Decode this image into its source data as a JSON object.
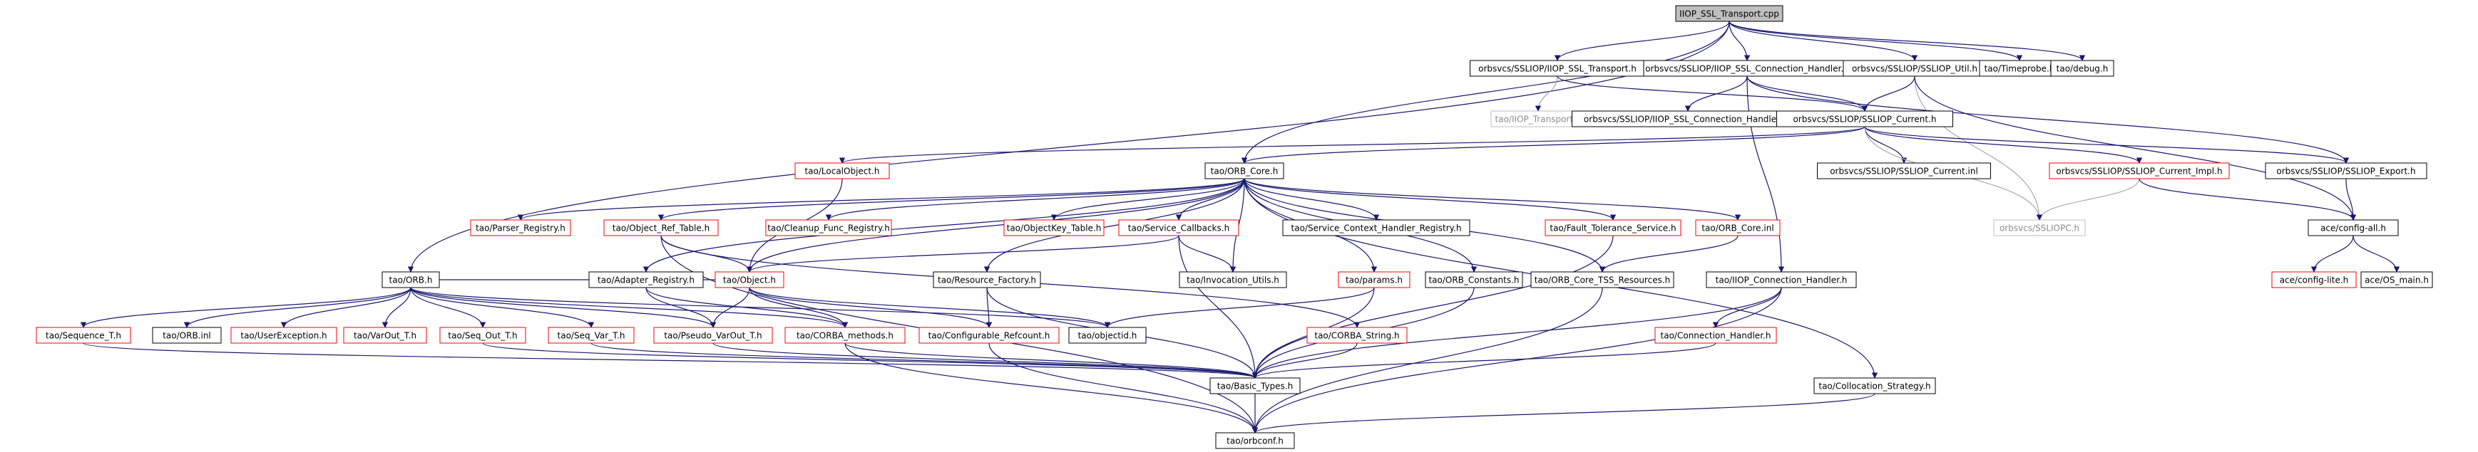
{
  "colors": {
    "node_normal": "#000000",
    "node_truncated": "#ff0000",
    "node_external": "#bfbfbf",
    "root_fill": "#bfbfbf",
    "edge": "#191970",
    "edge_light": "#a9a9a9"
  },
  "nodes": [
    {
      "id": "root",
      "label": "IIOP_SSL_Transport.cpp",
      "style": "root"
    },
    {
      "id": "ssl_transport_h",
      "label": "orbsvcs/SSLIOP/IIOP_SSL_Transport.h",
      "style": "normal"
    },
    {
      "id": "ssl_conn_handler_h",
      "label": "orbsvcs/SSLIOP/IIOP_SSL_Connection_Handler.h",
      "style": "normal"
    },
    {
      "id": "ssliop_util_h",
      "label": "orbsvcs/SSLIOP/SSLIOP_Util.h",
      "style": "normal"
    },
    {
      "id": "timeprobe_h",
      "label": "tao/Timeprobe.h",
      "style": "normal"
    },
    {
      "id": "debug_h",
      "label": "tao/debug.h",
      "style": "normal"
    },
    {
      "id": "iiop_transport_h",
      "label": "tao/IIOP_Transport.h",
      "style": "external"
    },
    {
      "id": "ssl_conn_handler_inl",
      "label": "orbsvcs/SSLIOP/IIOP_SSL_Connection_Handler.inl",
      "style": "normal"
    },
    {
      "id": "ssliop_current_h",
      "label": "orbsvcs/SSLIOP/SSLIOP_Current.h",
      "style": "normal"
    },
    {
      "id": "localobject_h",
      "label": "tao/LocalObject.h",
      "style": "truncated"
    },
    {
      "id": "orb_core_h",
      "label": "tao/ORB_Core.h",
      "style": "normal"
    },
    {
      "id": "ssliop_current_inl",
      "label": "orbsvcs/SSLIOP/SSLIOP_Current.inl",
      "style": "normal"
    },
    {
      "id": "ssliop_current_impl_h",
      "label": "orbsvcs/SSLIOP/SSLIOP_Current_Impl.h",
      "style": "truncated"
    },
    {
      "id": "ssliop_export_h",
      "label": "orbsvcs/SSLIOP/SSLIOP_Export.h",
      "style": "normal"
    },
    {
      "id": "parser_registry_h",
      "label": "tao/Parser_Registry.h",
      "style": "truncated"
    },
    {
      "id": "object_ref_table_h",
      "label": "tao/Object_Ref_Table.h",
      "style": "truncated"
    },
    {
      "id": "cleanup_func_registry_h",
      "label": "tao/Cleanup_Func_Registry.h",
      "style": "truncated"
    },
    {
      "id": "objectkey_table_h",
      "label": "tao/ObjectKey_Table.h",
      "style": "truncated"
    },
    {
      "id": "service_callbacks_h",
      "label": "tao/Service_Callbacks.h",
      "style": "truncated"
    },
    {
      "id": "service_context_handler_registry_h",
      "label": "tao/Service_Context_Handler_Registry.h",
      "style": "normal"
    },
    {
      "id": "fault_tolerance_service_h",
      "label": "tao/Fault_Tolerance_Service.h",
      "style": "truncated"
    },
    {
      "id": "orb_core_inl",
      "label": "tao/ORB_Core.inl",
      "style": "truncated"
    },
    {
      "id": "ssliopc_h",
      "label": "orbsvcs/SSLIOPC.h",
      "style": "external"
    },
    {
      "id": "config_all_h",
      "label": "ace/config-all.h",
      "style": "normal"
    },
    {
      "id": "orb_h",
      "label": "tao/ORB.h",
      "style": "normal"
    },
    {
      "id": "adapter_registry_h",
      "label": "tao/Adapter_Registry.h",
      "style": "normal"
    },
    {
      "id": "object_h",
      "label": "tao/Object.h",
      "style": "truncated"
    },
    {
      "id": "invocation_utils_h",
      "label": "tao/Invocation_Utils.h",
      "style": "normal"
    },
    {
      "id": "resource_factory_h",
      "label": "tao/Resource_Factory.h",
      "style": "normal"
    },
    {
      "id": "params_h",
      "label": "tao/params.h",
      "style": "truncated"
    },
    {
      "id": "orb_constants_h",
      "label": "tao/ORB_Constants.h",
      "style": "normal"
    },
    {
      "id": "orb_core_tss_resources_h",
      "label": "tao/ORB_Core_TSS_Resources.h",
      "style": "normal"
    },
    {
      "id": "iiop_connection_handler_h",
      "label": "tao/IIOP_Connection_Handler.h",
      "style": "normal"
    },
    {
      "id": "config_lite_h",
      "label": "ace/config-lite.h",
      "style": "truncated"
    },
    {
      "id": "os_main_h",
      "label": "ace/OS_main.h",
      "style": "normal"
    },
    {
      "id": "sequence_t_h",
      "label": "tao/Sequence_T.h",
      "style": "truncated"
    },
    {
      "id": "orb_inl",
      "label": "tao/ORB.inl",
      "style": "normal"
    },
    {
      "id": "userexception_h",
      "label": "tao/UserException.h",
      "style": "truncated"
    },
    {
      "id": "varout_t_h",
      "label": "tao/VarOut_T.h",
      "style": "truncated"
    },
    {
      "id": "seq_out_t_h",
      "label": "tao/Seq_Out_T.h",
      "style": "truncated"
    },
    {
      "id": "seq_var_t_h",
      "label": "tao/Seq_Var_T.h",
      "style": "truncated"
    },
    {
      "id": "pseudo_varout_t_h",
      "label": "tao/Pseudo_VarOut_T.h",
      "style": "truncated"
    },
    {
      "id": "corba_methods_h",
      "label": "tao/CORBA_methods.h",
      "style": "truncated"
    },
    {
      "id": "objectid_h",
      "label": "tao/objectid.h",
      "style": "normal"
    },
    {
      "id": "configurable_refcount_h",
      "label": "tao/Configurable_Refcount.h",
      "style": "truncated"
    },
    {
      "id": "corba_string_h",
      "label": "tao/CORBA_String.h",
      "style": "truncated"
    },
    {
      "id": "connection_handler_h",
      "label": "tao/Connection_Handler.h",
      "style": "truncated"
    },
    {
      "id": "basic_types_h",
      "label": "tao/Basic_Types.h",
      "style": "normal"
    },
    {
      "id": "collocation_strategy_h",
      "label": "tao/Collocation_Strategy.h",
      "style": "normal"
    },
    {
      "id": "orbconf_h",
      "label": "tao/orbconf.h",
      "style": "normal"
    }
  ],
  "edges": [
    [
      "root",
      "ssl_transport_h"
    ],
    [
      "root",
      "ssl_conn_handler_h"
    ],
    [
      "root",
      "ssliop_util_h"
    ],
    [
      "root",
      "timeprobe_h"
    ],
    [
      "root",
      "debug_h"
    ],
    [
      "root",
      "orb_core_h"
    ],
    [
      "root",
      "orb_h"
    ],
    [
      "ssl_transport_h",
      "iiop_transport_h"
    ],
    [
      "ssl_transport_h",
      "ssliop_current_h"
    ],
    [
      "ssl_conn_handler_h",
      "ssl_conn_handler_inl"
    ],
    [
      "ssl_conn_handler_h",
      "ssliop_current_h"
    ],
    [
      "ssl_conn_handler_h",
      "iiop_connection_handler_h"
    ],
    [
      "ssl_conn_handler_h",
      "ssliop_export_h"
    ],
    [
      "ssliop_util_h",
      "ssliop_current_h"
    ],
    [
      "ssliop_util_h",
      "ssliopc_h"
    ],
    [
      "ssliop_util_h",
      "config_all_h"
    ],
    [
      "ssliop_current_h",
      "localobject_h"
    ],
    [
      "ssliop_current_h",
      "orb_core_h"
    ],
    [
      "ssliop_current_h",
      "ssliop_current_inl"
    ],
    [
      "ssliop_current_h",
      "ssliop_current_impl_h"
    ],
    [
      "ssliop_current_h",
      "ssliop_export_h"
    ],
    [
      "ssliop_current_h",
      "ssliopc_h"
    ],
    [
      "ssliop_current_impl_h",
      "ssliopc_h"
    ],
    [
      "ssliop_current_impl_h",
      "config_all_h"
    ],
    [
      "ssliop_export_h",
      "config_all_h"
    ],
    [
      "config_all_h",
      "config_lite_h"
    ],
    [
      "config_all_h",
      "os_main_h"
    ],
    [
      "localobject_h",
      "object_h"
    ],
    [
      "orb_core_h",
      "parser_registry_h"
    ],
    [
      "orb_core_h",
      "object_ref_table_h"
    ],
    [
      "orb_core_h",
      "cleanup_func_registry_h"
    ],
    [
      "orb_core_h",
      "objectkey_table_h"
    ],
    [
      "orb_core_h",
      "service_callbacks_h"
    ],
    [
      "orb_core_h",
      "service_context_handler_registry_h"
    ],
    [
      "orb_core_h",
      "fault_tolerance_service_h"
    ],
    [
      "orb_core_h",
      "orb_core_inl"
    ],
    [
      "orb_core_h",
      "adapter_registry_h"
    ],
    [
      "orb_core_h",
      "object_h"
    ],
    [
      "orb_core_h",
      "invocation_utils_h"
    ],
    [
      "orb_core_h",
      "resource_factory_h"
    ],
    [
      "orb_core_h",
      "params_h"
    ],
    [
      "orb_core_h",
      "orb_constants_h"
    ],
    [
      "orb_core_h",
      "orb_core_tss_resources_h"
    ],
    [
      "orb_core_h",
      "collocation_strategy_h"
    ],
    [
      "object_ref_table_h",
      "object_h"
    ],
    [
      "object_ref_table_h",
      "corba_string_h"
    ],
    [
      "object_ref_table_h",
      "orbconf_h"
    ],
    [
      "service_callbacks_h",
      "object_h"
    ],
    [
      "service_callbacks_h",
      "invocation_utils_h"
    ],
    [
      "service_callbacks_h",
      "basic_types_h"
    ],
    [
      "fault_tolerance_service_h",
      "basic_types_h"
    ],
    [
      "orb_core_inl",
      "orb_core_tss_resources_h"
    ],
    [
      "orb_h",
      "sequence_t_h"
    ],
    [
      "orb_h",
      "orb_inl"
    ],
    [
      "orb_h",
      "userexception_h"
    ],
    [
      "orb_h",
      "varout_t_h"
    ],
    [
      "orb_h",
      "seq_out_t_h"
    ],
    [
      "orb_h",
      "seq_var_t_h"
    ],
    [
      "orb_h",
      "pseudo_varout_t_h"
    ],
    [
      "orb_h",
      "corba_methods_h"
    ],
    [
      "orb_h",
      "objectid_h"
    ],
    [
      "orb_h",
      "object_h"
    ],
    [
      "adapter_registry_h",
      "pseudo_varout_t_h"
    ],
    [
      "adapter_registry_h",
      "corba_methods_h"
    ],
    [
      "object_h",
      "pseudo_varout_t_h"
    ],
    [
      "object_h",
      "corba_methods_h"
    ],
    [
      "object_h",
      "configurable_refcount_h"
    ],
    [
      "object_h",
      "objectid_h"
    ],
    [
      "resource_factory_h",
      "configurable_refcount_h"
    ],
    [
      "resource_factory_h",
      "basic_types_h"
    ],
    [
      "params_h",
      "objectid_h"
    ],
    [
      "params_h",
      "basic_types_h"
    ],
    [
      "orb_constants_h",
      "basic_types_h"
    ],
    [
      "orb_core_tss_resources_h",
      "orbconf_h"
    ],
    [
      "iiop_connection_handler_h",
      "connection_handler_h"
    ],
    [
      "iiop_connection_handler_h",
      "basic_types_h"
    ],
    [
      "iiop_connection_handler_h",
      "orbconf_h"
    ],
    [
      "sequence_t_h",
      "basic_types_h"
    ],
    [
      "seq_out_t_h",
      "basic_types_h"
    ],
    [
      "seq_var_t_h",
      "basic_types_h"
    ],
    [
      "pseudo_varout_t_h",
      "basic_types_h"
    ],
    [
      "corba_methods_h",
      "basic_types_h"
    ],
    [
      "corba_methods_h",
      "orbconf_h"
    ],
    [
      "configurable_refcount_h",
      "orbconf_h"
    ],
    [
      "corba_string_h",
      "basic_types_h"
    ],
    [
      "connection_handler_h",
      "basic_types_h"
    ],
    [
      "basic_types_h",
      "orbconf_h"
    ],
    [
      "collocation_strategy_h",
      "orbconf_h"
    ]
  ]
}
